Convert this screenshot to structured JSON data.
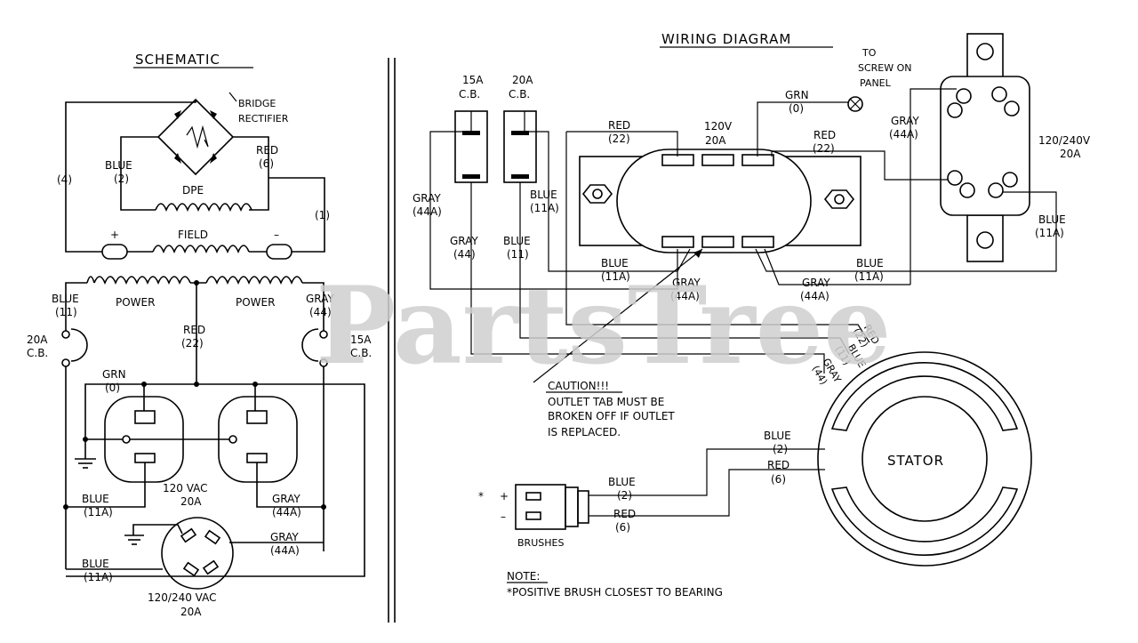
{
  "watermark": "PartsTree",
  "schematic": {
    "title": "SCHEMATIC",
    "bridge_rectifier_1": "BRIDGE",
    "bridge_rectifier_2": "RECTIFIER",
    "wire_4": "(4)",
    "blue_2_a": "BLUE",
    "blue_2_b": "(2)",
    "red_6_a": "RED",
    "red_6_b": "(6)",
    "dpe": "DPE",
    "wire_1": "(1)",
    "plus": "+",
    "field": "FIELD",
    "minus": "–",
    "power_left": "POWER",
    "power_right": "POWER",
    "blue_11_a": "BLUE",
    "blue_11_b": "(11)",
    "red_22_a": "RED",
    "red_22_b": "(22)",
    "gray_44_a": "GRAY",
    "gray_44_b": "(44)",
    "cb20_a": "20A",
    "cb20_b": "C.B.",
    "cb15_a": "15A",
    "cb15_b": "C.B.",
    "grn_0_a": "GRN",
    "grn_0_b": "(0)",
    "vac120_a": "120 VAC",
    "vac120_b": "20A",
    "blue_11a_1_a": "BLUE",
    "blue_11a_1_b": "(11A)",
    "gray_44a_1_a": "GRAY",
    "gray_44a_1_b": "(44A)",
    "gray_44a_2_a": "GRAY",
    "gray_44a_2_b": "(44A)",
    "blue_11a_2_a": "BLUE",
    "blue_11a_2_b": "(11A)",
    "vac240_a": "120/240 VAC",
    "vac240_b": "20A"
  },
  "wiring": {
    "title": "WIRING DIAGRAM",
    "to_screw_1": "TO",
    "to_screw_2": "SCREW ON",
    "to_screw_3": "PANEL",
    "cb15_a": "15A",
    "cb15_b": "C.B.",
    "cb20_a": "20A",
    "cb20_b": "C.B.",
    "grn_0_a": "GRN",
    "grn_0_b": "(0)",
    "red_22_l_a": "RED",
    "red_22_l_b": "(22)",
    "v120_a": "120V",
    "v120_b": "20A",
    "red_22_r_a": "RED",
    "red_22_r_b": "(22)",
    "gray_44a_top_a": "GRAY",
    "gray_44a_top_b": "(44A)",
    "v240_a": "120/240V",
    "v240_b": "20A",
    "gray_44a_left_a": "GRAY",
    "gray_44a_left_b": "(44A)",
    "blue_11a_left_a": "BLUE",
    "blue_11a_left_b": "(11A)",
    "gray_44_a": "GRAY",
    "gray_44_b": "(44)",
    "blue_11_a": "BLUE",
    "blue_11_b": "(11)",
    "blue_11a_mid_a": "BLUE",
    "blue_11a_mid_b": "(11A)",
    "gray_44a_mid1_a": "GRAY",
    "gray_44a_mid1_b": "(44A)",
    "gray_44a_mid2_a": "GRAY",
    "gray_44a_mid2_b": "(44A)",
    "blue_11a_right_a": "BLUE",
    "blue_11a_right_b": "(11A)",
    "blue_11a_far_a": "BLUE",
    "blue_11a_far_b": "(11A)",
    "stator_red": "RED",
    "stator_red_num": "(22)",
    "stator_blue": "BLUE",
    "stator_blue_num": "(11)",
    "stator_gray": "GRAY",
    "stator_gray_num": "(44)",
    "caution_1": "CAUTION!!!",
    "caution_2": "OUTLET TAB MUST BE",
    "caution_3": "BROKEN OFF IF OUTLET",
    "caution_4": "IS REPLACED.",
    "stator": "STATOR",
    "blue_2_s_a": "BLUE",
    "blue_2_s_b": "(2)",
    "red_6_s_a": "RED",
    "red_6_s_b": "(6)",
    "blue_2_b_a": "BLUE",
    "blue_2_b_b": "(2)",
    "red_6_b_a": "RED",
    "red_6_b_b": "(6)",
    "brush_plus": "+",
    "brush_minus": "–",
    "brush_star": "*",
    "brushes": "BRUSHES",
    "note_1": "NOTE:",
    "note_2": "*POSITIVE BRUSH CLOSEST TO BEARING"
  }
}
